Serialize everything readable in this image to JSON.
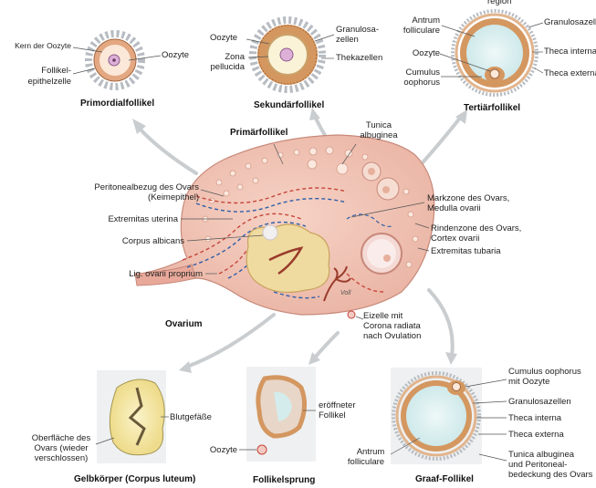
{
  "cropped_top": "region",
  "primordial": {
    "caption": "Primordialfollikel",
    "kern": "Kern der Oozyte",
    "oozyte": "Oozyte",
    "follikel_1": "Follikel-",
    "follikel_2": "epithelzelle"
  },
  "sekundar": {
    "caption": "Sekundärfollikel",
    "oozyte": "Oozyte",
    "zona_1": "Zona",
    "zona_2": "pellucida",
    "granulosa_1": "Granulosa-",
    "granulosa_2": "zellen",
    "theka": "Thekazellen"
  },
  "tertiar": {
    "caption": "Tertiärfollikel",
    "antrum_1": "Antrum",
    "antrum_2": "folliculare",
    "oozyte": "Oozyte",
    "cumulus_1": "Cumulus",
    "cumulus_2": "oophorus",
    "granulosa": "Granulosazell",
    "theca_interna": "Theca interna",
    "theca_externa": "Theca externa"
  },
  "ovar": {
    "caption": "Ovarium",
    "primar": "Primärfollikel",
    "tunica_1": "Tunica",
    "tunica_2": "albuginea",
    "peritoneal_1": "Peritonealbezug des Ovars",
    "peritoneal_2": "(Keimepithel)",
    "extremitas_uterina": "Extremitas uterina",
    "corpus_albicans": "Corpus albicans",
    "lig": "Lig. ovarii proprium",
    "markzone_1": "Markzone des Ovars,",
    "markzone_2": "Medulla ovarii",
    "rindenzone_1": "Rindenzone des Ovars,",
    "rindenzone_2": "Cortex ovarii",
    "extremitas_tubaria": "Extremitas tubaria",
    "eizelle_1": "Eizelle mit",
    "eizelle_2": "Corona radiata",
    "eizelle_3": "nach Ovulation",
    "signature": "Voll"
  },
  "gelb": {
    "caption": "Gelbkörper (Corpus luteum)",
    "blutgefasse": "Blutgefäße",
    "oberflache_1": "Oberfläche des",
    "oberflache_2": "Ovars (wieder",
    "oberflache_3": "verschlossen)"
  },
  "sprung": {
    "caption": "Follikelsprung",
    "eroffneter_1": "eröffneter",
    "eroffneter_2": "Follikel",
    "oozyte": "Oozyte"
  },
  "graaf": {
    "caption": "Graaf-Follikel",
    "cumulus_1": "Cumulus oophorus",
    "cumulus_2": "mit Oozyte",
    "granulosa": "Granulosazellen",
    "theca_interna": "Theca interna",
    "theca_externa": "Theca externa",
    "antrum_1": "Antrum",
    "antrum_2": "folliculare",
    "tunica_1": "Tunica albuginea",
    "tunica_2": "und Peritoneal-",
    "tunica_3": "bedeckung des Ovars"
  }
}
